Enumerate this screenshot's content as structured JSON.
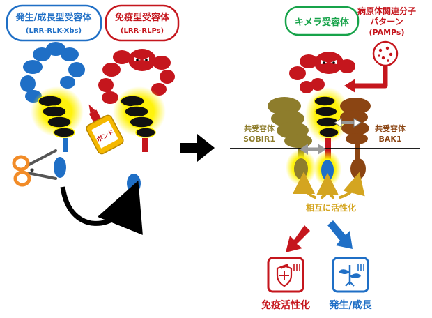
{
  "labels": {
    "growth_receptor": "発生/成長型受容体",
    "growth_receptor_sub": "(LRR-RLK-Xbs)",
    "immune_receptor": "免疫型受容体",
    "immune_receptor_sub": "(LRR-RLPs)",
    "chimera_receptor": "キメラ受容体",
    "pamps_line1": "病原体関連分子",
    "pamps_line2": "パターン",
    "pamps_line3": "(PAMPs)",
    "sobir1_line1": "共受容体",
    "sobir1_line2": "SOBIR1",
    "bak1_line1": "共受容体",
    "bak1_line2": "BAK1",
    "mutual_activation": "相互に活性化",
    "immune_activation": "免疫活性化",
    "growth_outcome": "発生/成長",
    "glue_text": "ボンド"
  },
  "colors": {
    "blue": "#1f6fc6",
    "red": "#c5161d",
    "green": "#17a34a",
    "olive": "#8e7d2c",
    "brown": "#8b4513",
    "gold": "#d4a520",
    "black": "#000000"
  },
  "icons": {
    "scissors": "scissors-icon",
    "glue": "glue-bottle-icon",
    "pathogen": "pathogen-icon",
    "shield": "shield-icon",
    "plant": "plant-seedling-icon"
  }
}
